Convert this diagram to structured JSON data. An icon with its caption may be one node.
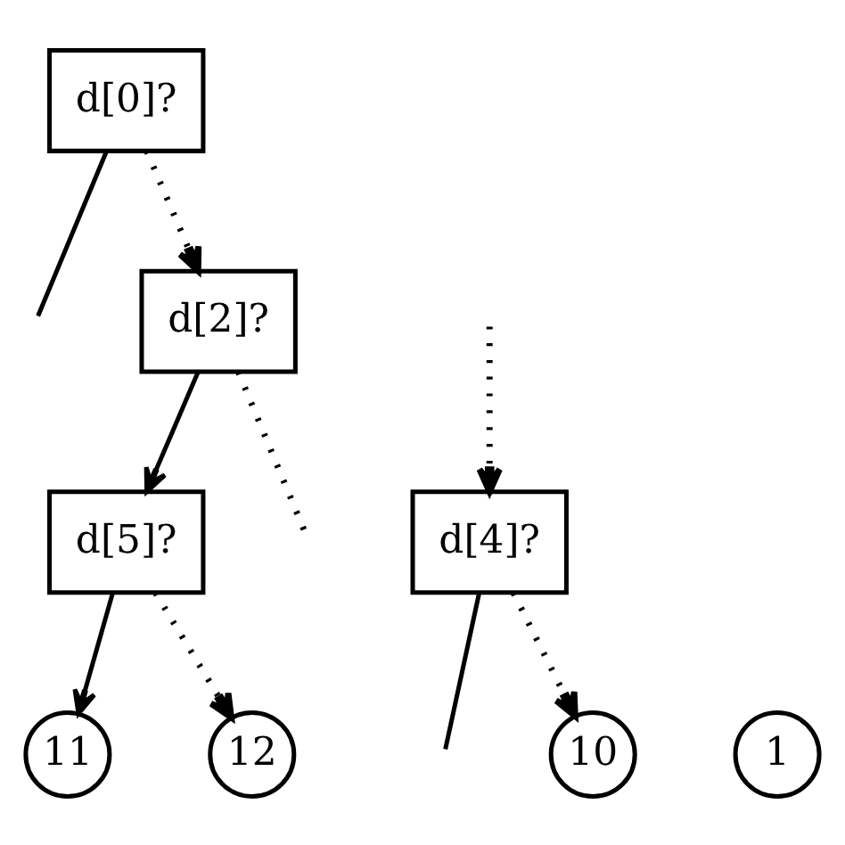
{
  "diagram": {
    "nodes": [
      {
        "text": [
          "d[0]?"
        ]
      },
      {
        "text": [
          "d[2]?"
        ]
      },
      {
        "text": [
          "d[4]?"
        ]
      },
      {
        "text": [
          "d[5]?"
        ]
      },
      {
        "text": [
          "10"
        ]
      },
      {
        "text": [
          "11"
        ]
      },
      {
        "text": [
          "12"
        ]
      },
      {
        "text": [
          "1"
        ]
      }
    ],
    "edges": [
      {
        "from": 0,
        "to": null,
        "arrow": "none"
      },
      {
        "from": 0,
        "to": 1,
        "arrow": "to",
        "style": "dashed"
      },
      {
        "from": 2,
        "to": null,
        "arrow": "none"
      },
      {
        "from": 1,
        "to": 3,
        "arrow": "to"
      },
      {
        "from": 1,
        "to": null,
        "arrow": "none",
        "style": "dashed"
      },
      {
        "from": null,
        "to": 2,
        "arrow": "to",
        "style": "dashed"
      },
      {
        "from": 2,
        "to": 4,
        "arrow": "to",
        "style": "dashed"
      },
      {
        "from": 3,
        "to": 5,
        "arrow": "to"
      },
      {
        "from": 3,
        "to": 6,
        "arrow": "to",
        "style": "dashed"
      }
    ]
  }
}
